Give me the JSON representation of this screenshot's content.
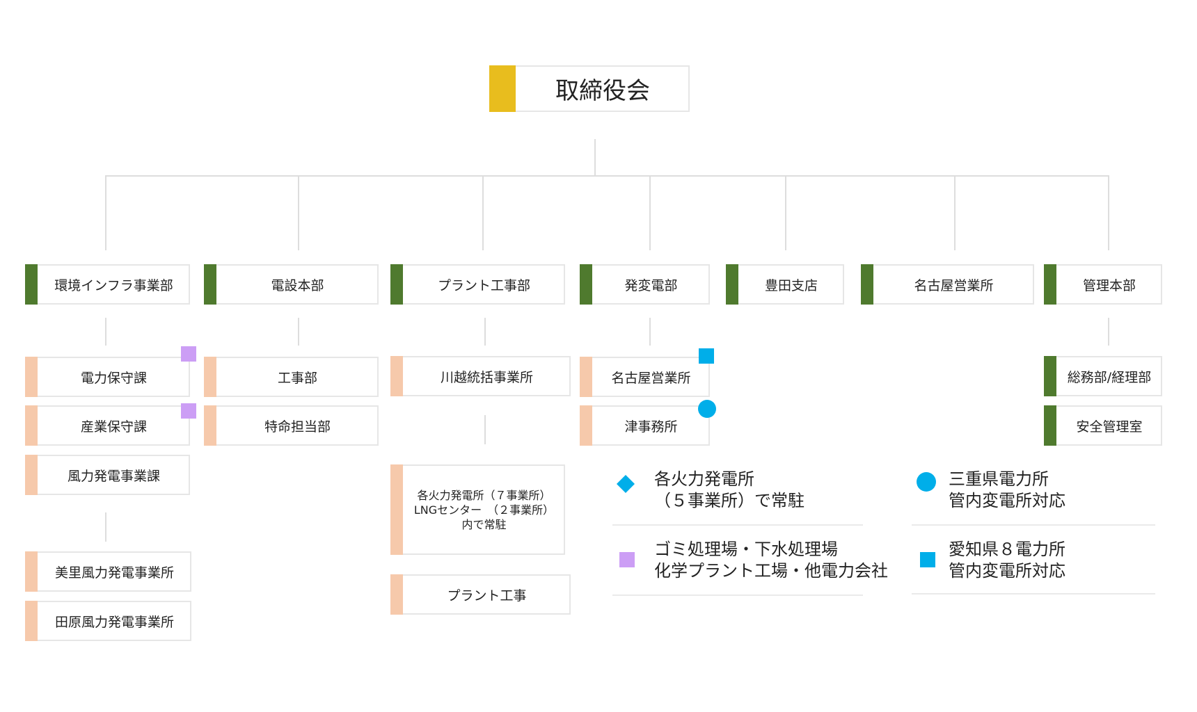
{
  "colors": {
    "green": "#4f7a2e",
    "peach": "#f6c9ab",
    "gold": "#e8bd1e",
    "purple": "#cc9ef5",
    "cyan": "#00aee9"
  },
  "board": {
    "label": "取締役会"
  },
  "departments": [
    {
      "label": "環境インフラ事業部"
    },
    {
      "label": "電設本部"
    },
    {
      "label": "プラント工事部"
    },
    {
      "label": "発変電部"
    },
    {
      "label": "豊田支店"
    },
    {
      "label": "名古屋営業所"
    },
    {
      "label": "管理本部"
    }
  ],
  "env_infra": {
    "sections": [
      {
        "label": "電力保守課",
        "marker": "purple-square"
      },
      {
        "label": "産業保守課",
        "marker": "purple-square"
      },
      {
        "label": "風力発電事業課"
      }
    ],
    "sites": [
      {
        "label": "美里風力発電事業所"
      },
      {
        "label": "田原風力発電事業所"
      }
    ]
  },
  "densetsu": {
    "sections": [
      {
        "label": "工事部"
      },
      {
        "label": "特命担当部"
      }
    ]
  },
  "plant": {
    "office": {
      "label": "川越統括事業所"
    },
    "stations": {
      "line1": "各火力発電所（７事業所）",
      "line2": "LNGセンター　（２事業所）",
      "line3": "内で常駐"
    },
    "work": {
      "label": "プラント工事"
    }
  },
  "substation": {
    "sections": [
      {
        "label": "名古屋営業所",
        "marker": "cyan-square"
      },
      {
        "label": "津事務所",
        "marker": "cyan-circle"
      }
    ]
  },
  "admin": {
    "sections": [
      {
        "label": "総務部/経理部"
      },
      {
        "label": "安全管理室"
      }
    ]
  },
  "legend": [
    {
      "icon": "cyan-diamond-icon",
      "line1": "各火力発電所",
      "line2": "（５事業所）で常駐"
    },
    {
      "icon": "cyan-circle-icon",
      "line1": "三重県電力所",
      "line2": "管内変電所対応"
    },
    {
      "icon": "purple-square-icon",
      "line1": "ゴミ処理場・下水処理場",
      "line2": "化学プラント工場・他電力会社"
    },
    {
      "icon": "cyan-square-icon",
      "line1": "愛知県８電力所",
      "line2": "管内変電所対応"
    }
  ]
}
